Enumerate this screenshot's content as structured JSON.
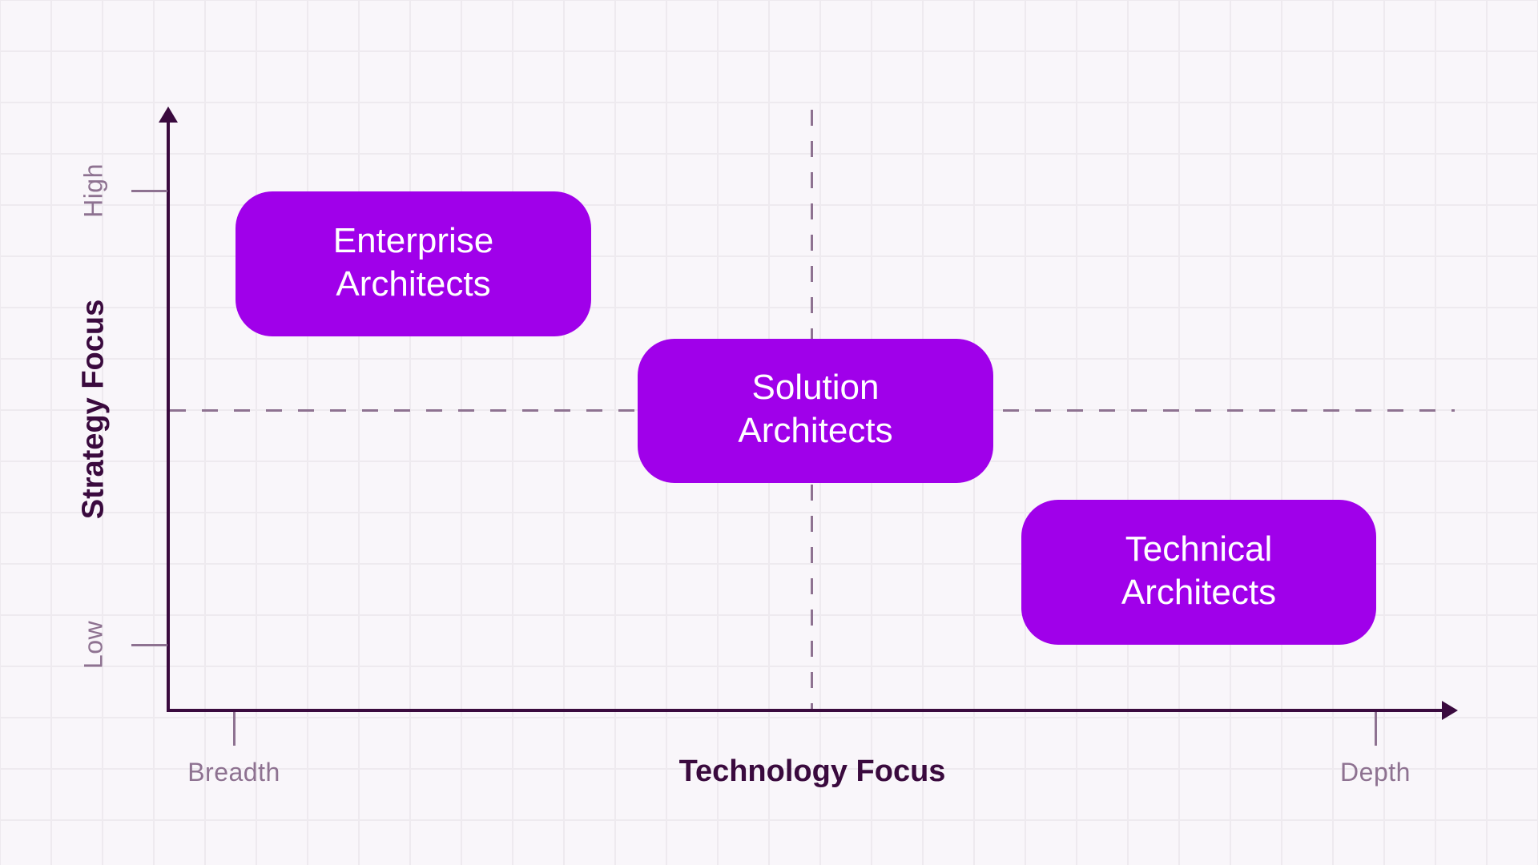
{
  "diagram": {
    "type": "quadrant",
    "x_axis": {
      "title": "Technology Focus",
      "low_label": "Breadth",
      "high_label": "Depth"
    },
    "y_axis": {
      "title": "Strategy Focus",
      "low_label": "Low",
      "high_label": "High"
    },
    "roles": [
      {
        "line1": "Enterprise",
        "line2": "Architects",
        "x": "Breadth",
        "y": "High"
      },
      {
        "line1": "Solution",
        "line2": "Architects",
        "x": "Middle",
        "y": "Middle"
      },
      {
        "line1": "Technical",
        "line2": "Architects",
        "x": "Depth",
        "y": "Low"
      }
    ],
    "colors": {
      "background": "#F9F6FA",
      "grid": "#EEEAEF",
      "axis": "#3A0A3E",
      "tick_and_dash": "#8E7291",
      "box_fill": "#A000EA",
      "box_text": "#FFFFFF"
    }
  }
}
